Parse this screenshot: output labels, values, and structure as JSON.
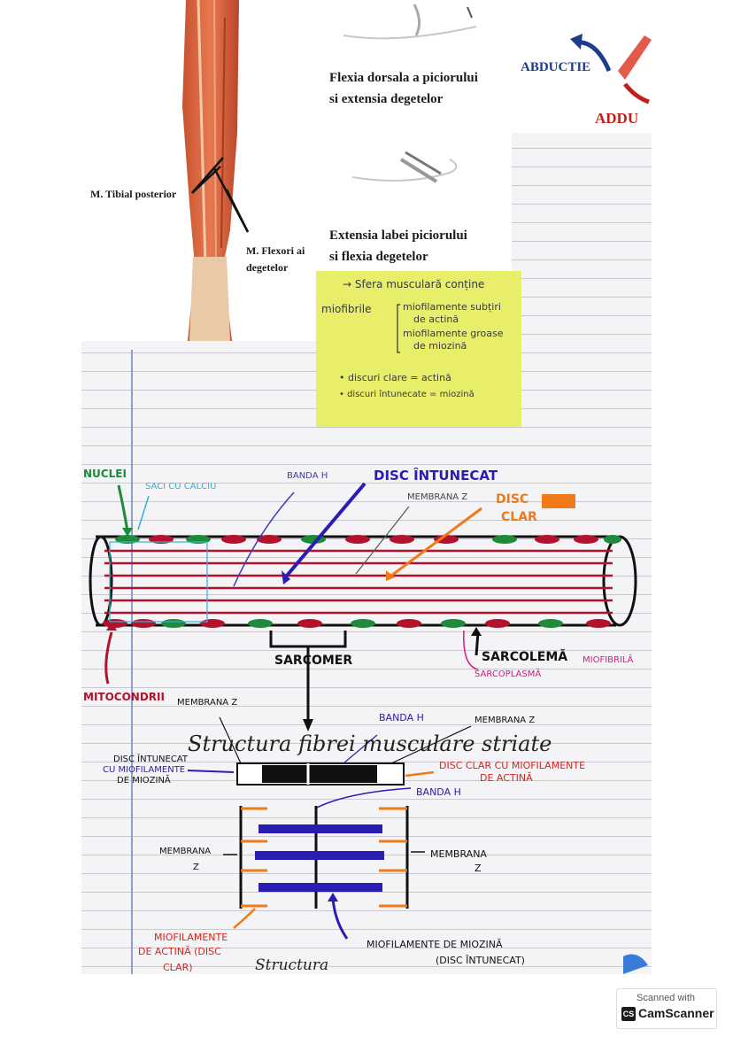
{
  "printed_figures": {
    "tibial_label": "M. Tibial posterior",
    "flexors_label_line1": "M. Flexori ai",
    "flexors_label_line2": "degetelor",
    "dorsal_flexion_line1": "Flexia dorsala a piciorului",
    "dorsal_flexion_line2": "si extensia degetelor",
    "extension_line1": "Extensia labei piciorului",
    "extension_line2": "si flexia degetelor",
    "abduction": "ABDUCTIE",
    "adduction_partial": "ADDU"
  },
  "sticky_note": {
    "line1": "→ Sfera musculară conține",
    "miofibrile": "miofibrile",
    "item1a": "miofilamente subțiri",
    "item1b": "de actină",
    "item2a": "miofilamente groase",
    "item2b": "de miozină",
    "bullet1": "• discuri clare = actină",
    "bullet2": "• discuri întunecate = miozină"
  },
  "fiber_diagram": {
    "nuclei": "NUCLEI",
    "calcium": "SACI CU CALCIU",
    "banda_h": "BANDA H",
    "disc_dark": "DISC ÎNTUNECAT",
    "membrana_z": "MEMBRANA Z",
    "disc_clar_1": "DISC",
    "disc_clar_2": "CLAR",
    "sarcomer": "SARCOMER",
    "sarcolema": "SARCOLEMĂ",
    "miofibrila": "MIOFIBRILĂ",
    "sarcoplasma": "SARCOPLASMĂ",
    "mitocondrii": "MITOCONDRII"
  },
  "title": "Structura fibrei musculare striate",
  "sarcomere_detail": {
    "membrana_z_left": "MEMBRANA Z",
    "banda_h_top": "BANDA H",
    "membrana_z_right": "MEMBRANA Z",
    "dark_disc_1": "DISC ÎNTUNECAT",
    "dark_disc_2": "CU MIOFILAMENTE",
    "dark_disc_3": "DE MIOZINĂ",
    "clear_disc_1": "DISC CLAR CU MIOFILAMENTE",
    "clear_disc_2": "DE ACTINĂ",
    "banda_h_2": "BANDA H",
    "membrana_left": "MEMBRANA",
    "membrana_left_z": "Z",
    "membrana_right": "MEMBRANA",
    "membrana_right_z": "Z",
    "actin_1": "MIOFILAMENTE",
    "actin_2": "DE ACTINĂ (DISC",
    "actin_3": "CLAR)",
    "myosin_1": "MIOFILAMENTE DE MIOZINĂ",
    "myosin_2": "(DISC ÎNTUNECAT)",
    "structura_cut": "Structura"
  },
  "scanner": {
    "scanned_with": "Scanned with",
    "brand": "CamScanner",
    "logo_letters": "CS"
  },
  "colors": {
    "paper": "#f4f3f6",
    "sticky": "#e8ee6a",
    "fiber_red": "#b3122c",
    "nuclei_green": "#1e8a3a",
    "dark_blue": "#2a1db3",
    "orange": "#f07a1a",
    "magenta": "#d21a83",
    "cyan": "#3aaed0"
  }
}
